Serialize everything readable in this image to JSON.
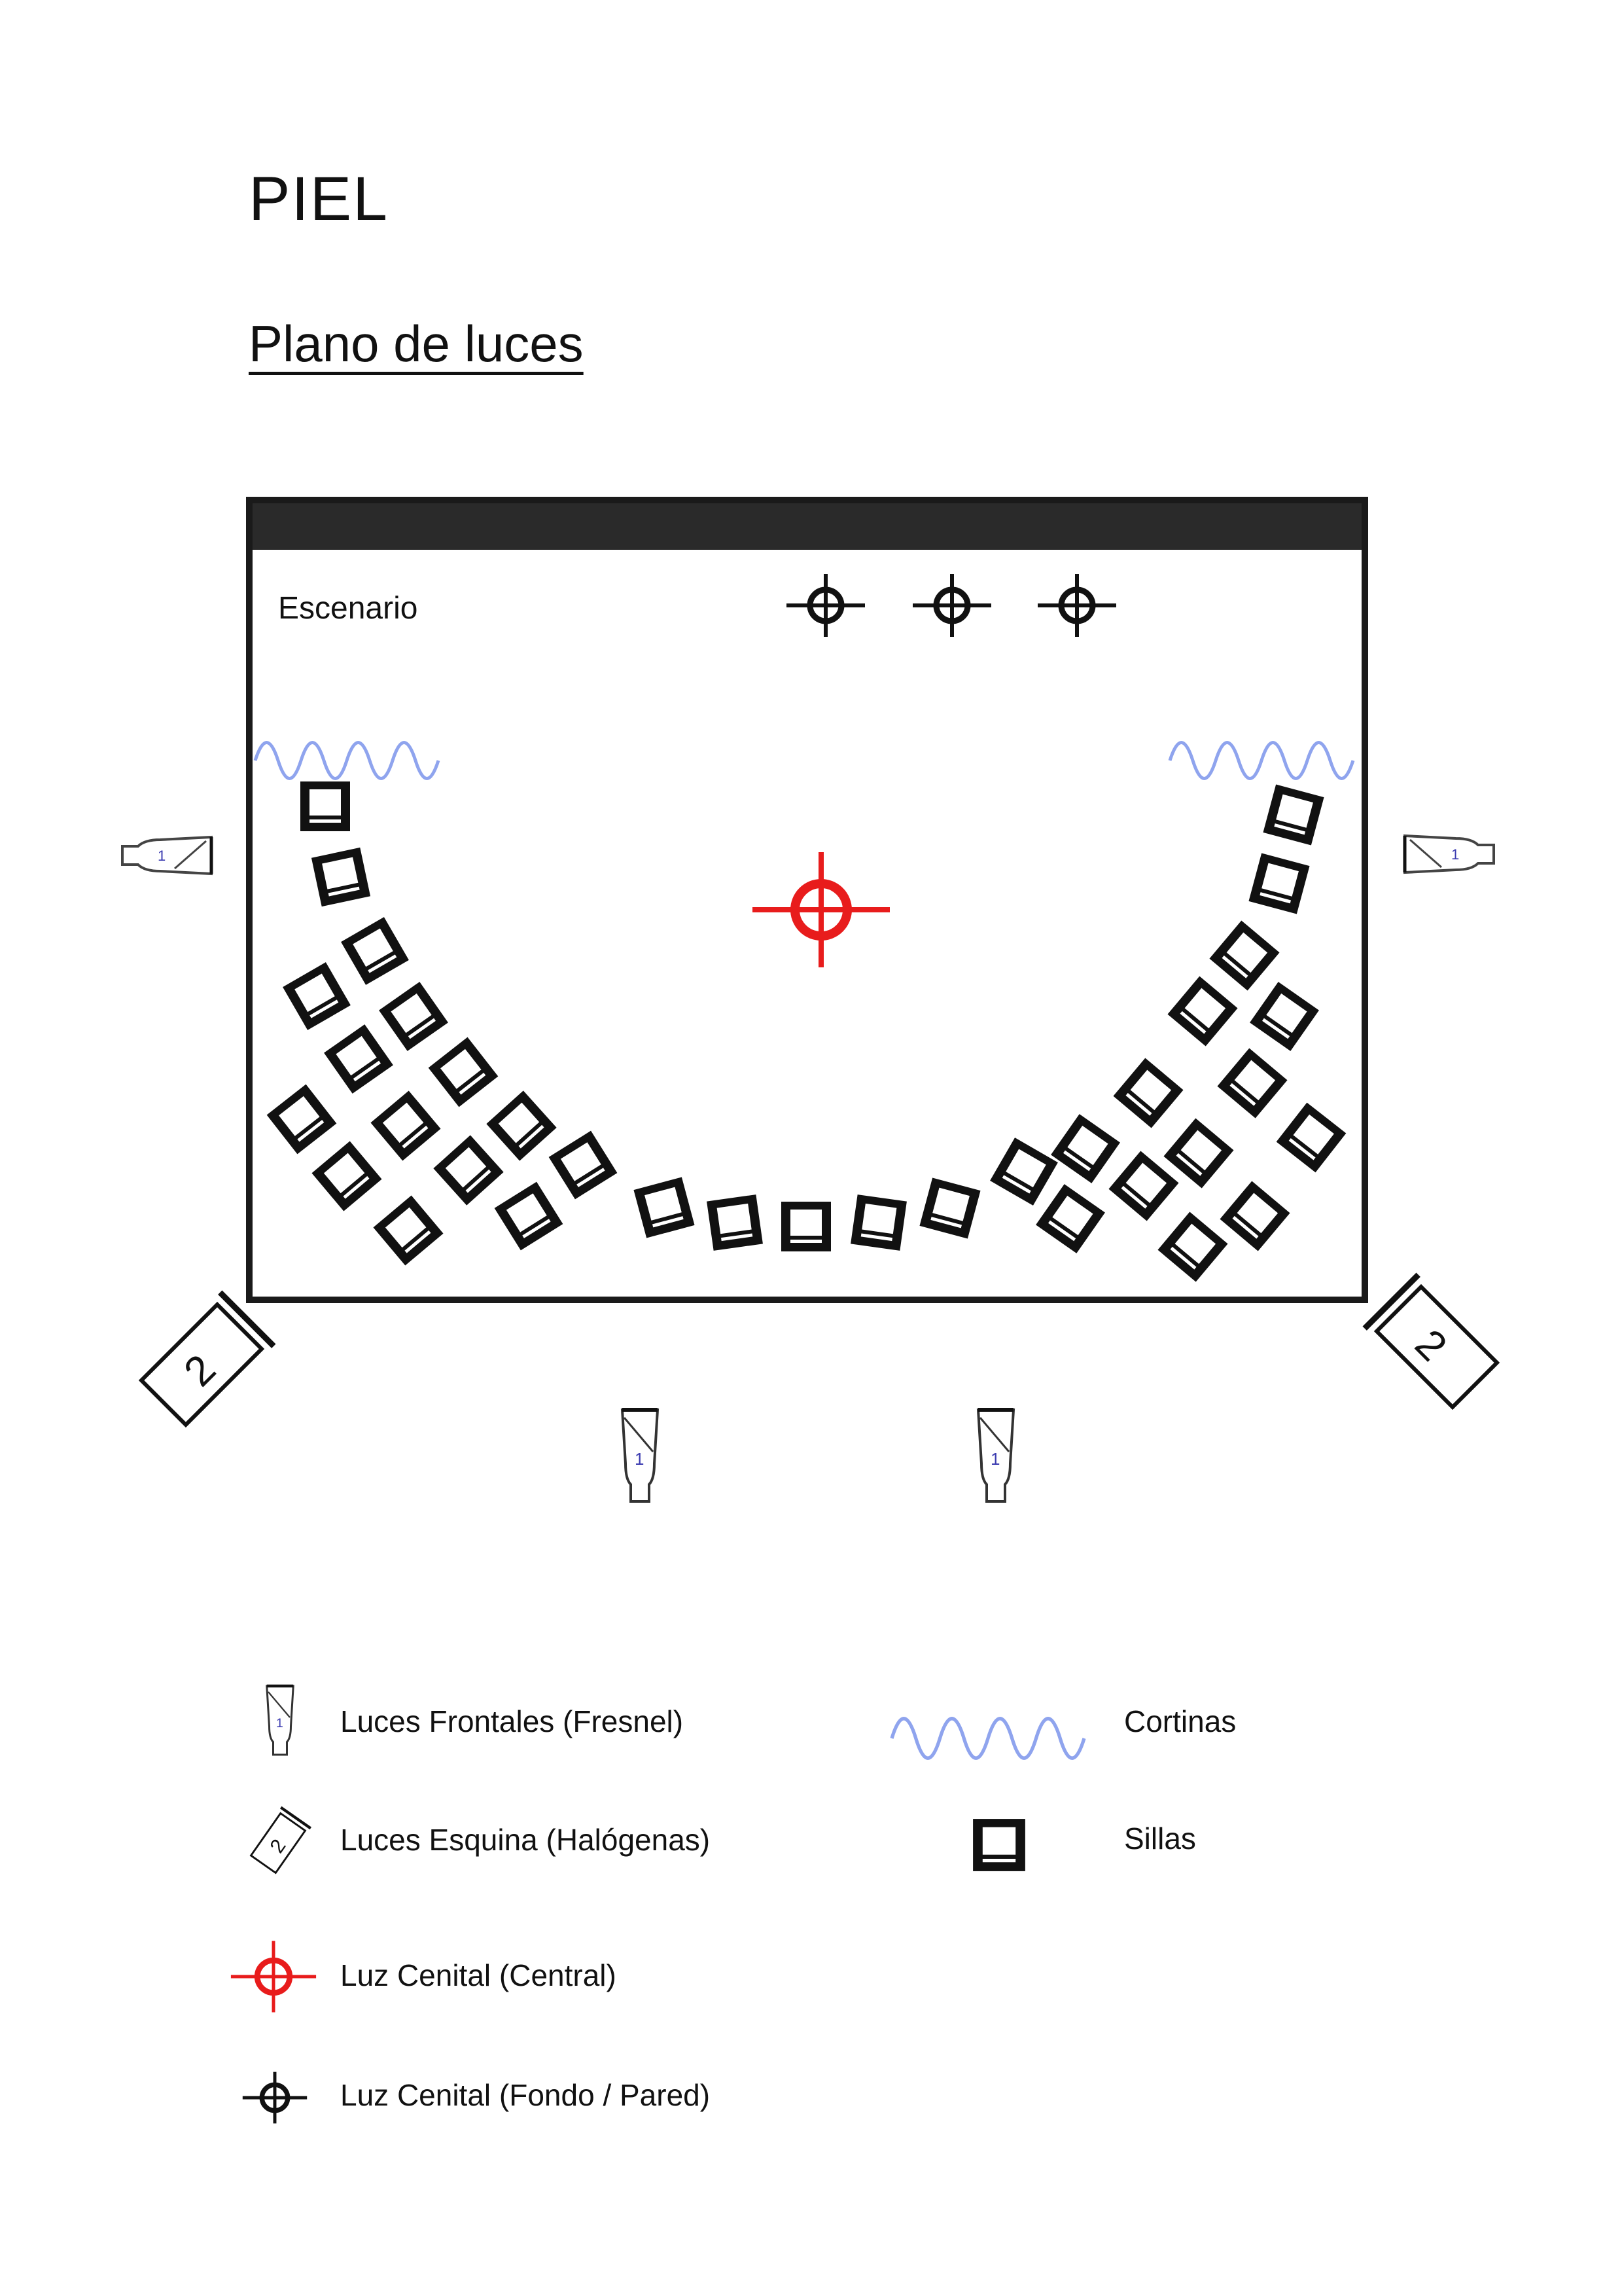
{
  "document": {
    "title": "PIEL",
    "subtitle": "Plano de luces"
  },
  "stage": {
    "label": "Escenario"
  },
  "legend": {
    "fresnel": "Luces Frontales (Fresnel)",
    "halogen": "Luces Esquina (Halógenas)",
    "central": "Luz Cenital (Central)",
    "back": "Luz Cenital (Fondo / Pared)",
    "curtains": "Cortinas",
    "chairs": "Sillas"
  },
  "fixture_numbers": {
    "fresnel": "1",
    "halogen": "2"
  },
  "colors": {
    "central_light": "#e81c1c",
    "curtain": "#8fa4ee",
    "ink": "#111111",
    "stage_band": "#2a2a2a"
  },
  "icons": {
    "fresnel": "fresnel-light-icon",
    "halogen": "halogen-light-icon",
    "central": "crosshair-light-icon",
    "back": "crosshair-light-icon",
    "curtains": "curtain-wave-icon",
    "chairs": "chair-icon"
  }
}
